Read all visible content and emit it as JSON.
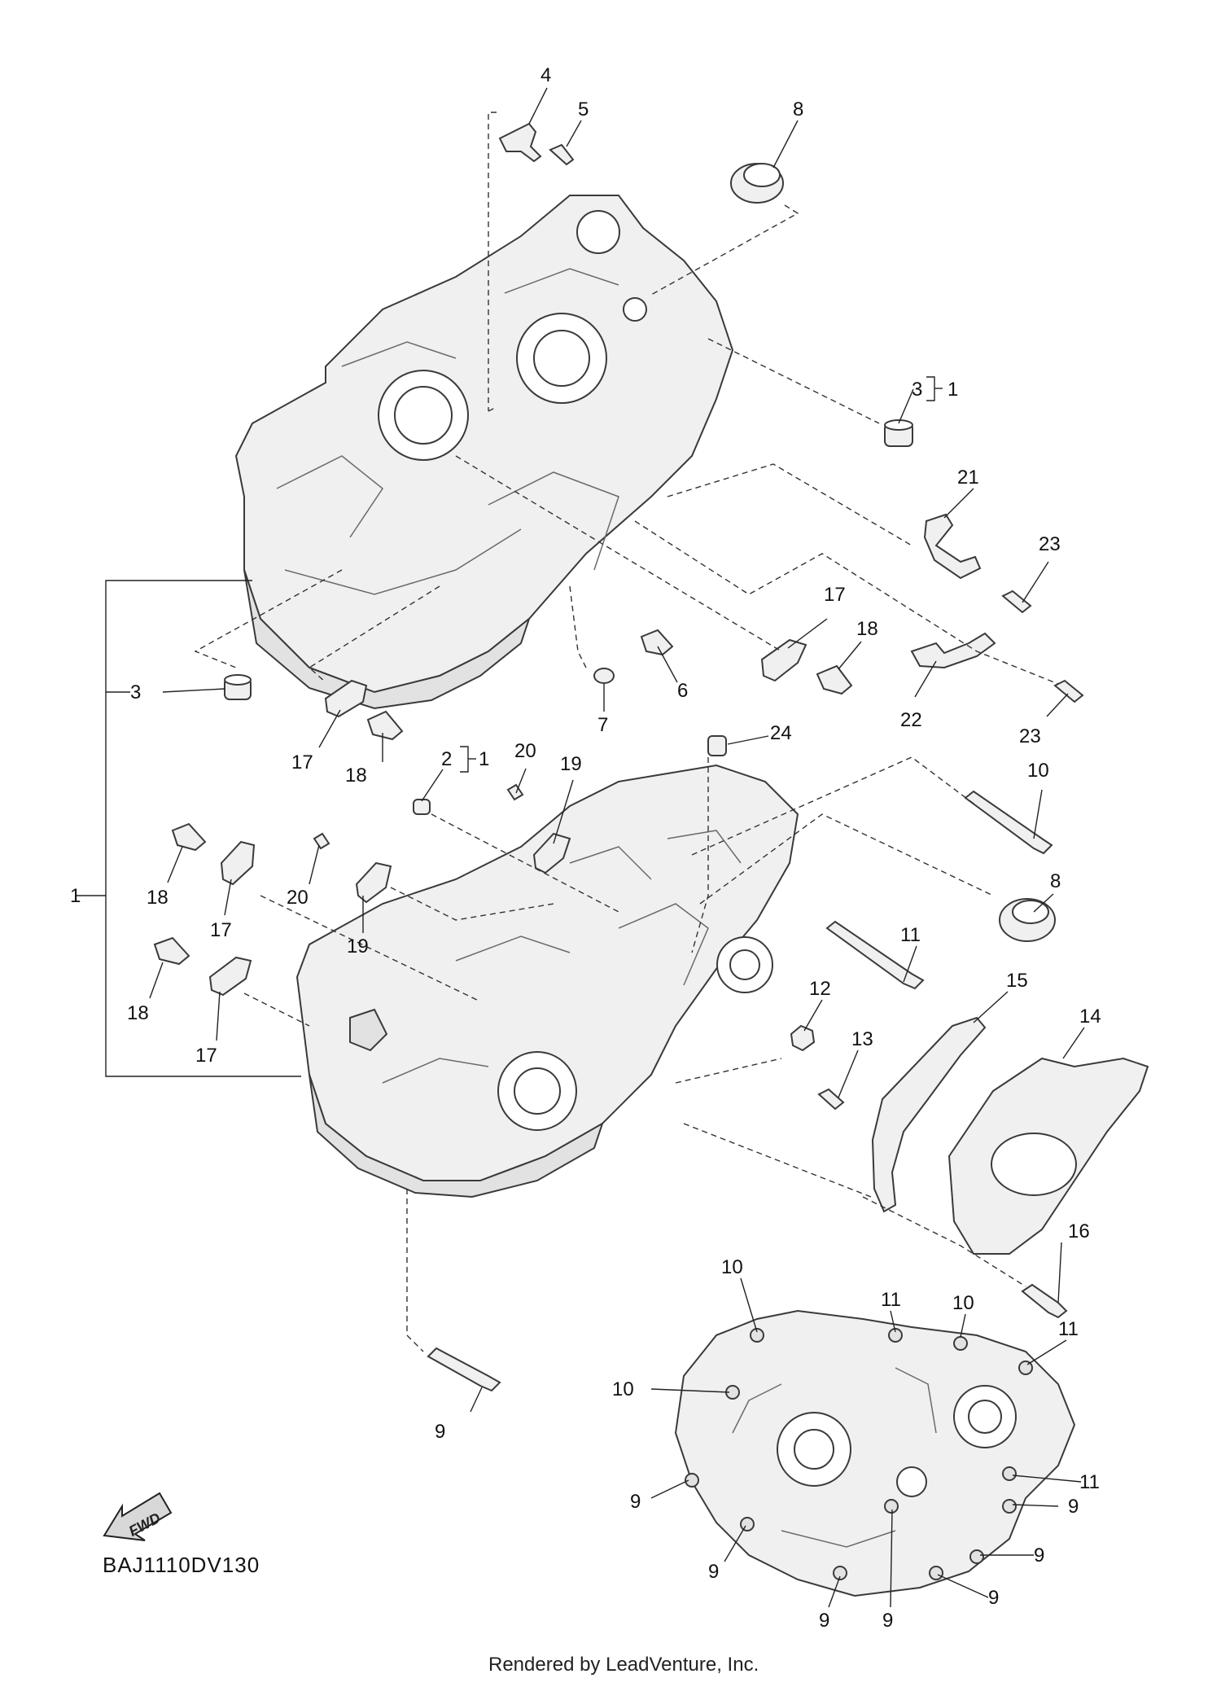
{
  "diagram_code": "BAJ1110DV130",
  "footer_text": "Rendered by LeadVenture, Inc.",
  "fwd_label": "FWD",
  "callouts": [
    {
      "id": "c4",
      "text": "4"
    },
    {
      "id": "c5",
      "text": "5"
    },
    {
      "id": "c8a",
      "text": "8"
    },
    {
      "id": "c3a",
      "text": "3"
    },
    {
      "id": "c3a_ref",
      "text": "1"
    },
    {
      "id": "c21",
      "text": "21"
    },
    {
      "id": "c23a",
      "text": "23"
    },
    {
      "id": "c17a",
      "text": "17"
    },
    {
      "id": "c18a",
      "text": "18"
    },
    {
      "id": "c22",
      "text": "22"
    },
    {
      "id": "c23b",
      "text": "23"
    },
    {
      "id": "c6",
      "text": "6"
    },
    {
      "id": "c7",
      "text": "7"
    },
    {
      "id": "c3b",
      "text": "3"
    },
    {
      "id": "c17b",
      "text": "17"
    },
    {
      "id": "c18b",
      "text": "18"
    },
    {
      "id": "c2",
      "text": "2"
    },
    {
      "id": "c2_ref",
      "text": "1"
    },
    {
      "id": "c20a",
      "text": "20"
    },
    {
      "id": "c19a",
      "text": "19"
    },
    {
      "id": "c24",
      "text": "24"
    },
    {
      "id": "c10a",
      "text": "10"
    },
    {
      "id": "c1",
      "text": "1"
    },
    {
      "id": "c18c",
      "text": "18"
    },
    {
      "id": "c20b",
      "text": "20"
    },
    {
      "id": "c19b",
      "text": "19"
    },
    {
      "id": "c17c",
      "text": "17"
    },
    {
      "id": "c8b",
      "text": "8"
    },
    {
      "id": "c11a",
      "text": "11"
    },
    {
      "id": "c18d",
      "text": "18"
    },
    {
      "id": "c17d",
      "text": "17"
    },
    {
      "id": "c12",
      "text": "12"
    },
    {
      "id": "c15",
      "text": "15"
    },
    {
      "id": "c14",
      "text": "14"
    },
    {
      "id": "c13",
      "text": "13"
    },
    {
      "id": "c16",
      "text": "16"
    },
    {
      "id": "c9a",
      "text": "9"
    },
    {
      "id": "c10b",
      "text": "10"
    },
    {
      "id": "c11b",
      "text": "11"
    },
    {
      "id": "c10c",
      "text": "10"
    },
    {
      "id": "c11c",
      "text": "11"
    },
    {
      "id": "c10d",
      "text": "10"
    },
    {
      "id": "c11d",
      "text": "11"
    },
    {
      "id": "c9b",
      "text": "9"
    },
    {
      "id": "c9c",
      "text": "9"
    },
    {
      "id": "c9d",
      "text": "9"
    },
    {
      "id": "c9e",
      "text": "9"
    },
    {
      "id": "c9f",
      "text": "9"
    },
    {
      "id": "c9g",
      "text": "9"
    },
    {
      "id": "c9h",
      "text": "9"
    }
  ]
}
